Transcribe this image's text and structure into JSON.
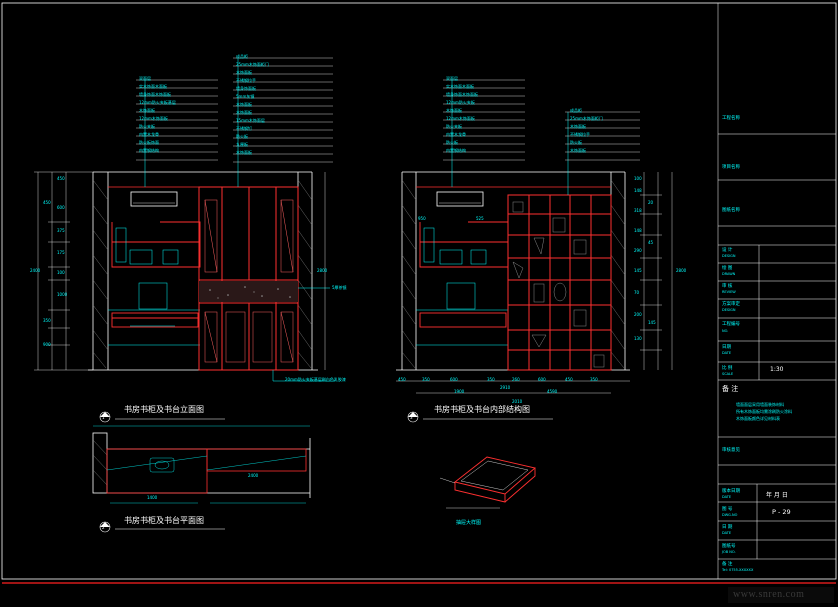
{
  "drawing": {
    "left_panel": {
      "elevation_title": "书房书柜及书台立面图",
      "plan_title": "书房书柜及书台平面图"
    },
    "right_panel": {
      "elevation_title": "书房书柜及书台内部结构图",
      "detail_label": "抽屉大样图"
    },
    "left_callouts_a": [
      "双面层",
      "实木饰面木面板",
      "墙身饰面木饰面板",
      "12mm防火夹板基层",
      "木饰面板",
      "12mm木饰面板",
      "防火夹板",
      "内置木龙骨",
      "防火板饰面",
      "内置钢结构"
    ],
    "left_callouts_b": [
      "成品柜",
      "25mm木饰面柜门",
      "木饰面板",
      "不锈钢拉手",
      "墙身饰面板",
      "5mm灰镜",
      "木饰面板",
      "木饰面板",
      "15mm木饰面层",
      "不锈钢钉",
      "防火板",
      "九厘板",
      "木饰面板"
    ],
    "right_callouts_a": [
      "双面层",
      "实木饰面木面板",
      "墙身饰面木饰面板",
      "12mm防火夹板",
      "木饰面板",
      "12mm木饰面板",
      "防火夹板",
      "内置木龙骨",
      "防火板",
      "内置钢结构"
    ],
    "right_callouts_b": [
      "成品柜",
      "25mm木饰面柜门",
      "木饰面板",
      "不锈钢拉手",
      "防火板",
      "木饰面板"
    ],
    "left_dims_vertical": [
      "450",
      "600",
      "375",
      "175",
      "100",
      "1000",
      "2400",
      "450",
      "350",
      "900",
      "2800"
    ],
    "right_dims_vertical": [
      "100",
      "148",
      "318",
      "148",
      "290",
      "145",
      "70",
      "200",
      "130",
      "20",
      "45",
      "145",
      "2800"
    ],
    "right_dims_horizontal": [
      "450",
      "350",
      "600",
      "350",
      "260",
      "600",
      "450",
      "350",
      "2010",
      "2910",
      "1900",
      "4590"
    ],
    "plan_dims": [
      "1400",
      "2400"
    ],
    "section_markers": [
      "1",
      "2",
      "3"
    ],
    "notes_text": [
      "墙面面层采用墙面装饰材料",
      "所有木饰面板均需涂刷防火涂料",
      "木饰面板颜色详见材料表"
    ],
    "callout_glass": "5厚茶镜",
    "callout_bottom": "20mm防火夹板基层刷白色乳胶漆",
    "callout_door": "525",
    "callout_right_door": "950"
  },
  "title_block": {
    "project_name": "工程名称",
    "drawing_scope": "项目名称",
    "drawing_name": "图纸名称",
    "rows": [
      {
        "cn": "设 计",
        "en": "DESIGN"
      },
      {
        "cn": "绘 图",
        "en": "DRAWN"
      },
      {
        "cn": "审 核",
        "en": "REVIEW"
      },
      {
        "cn": "方案审定",
        "en": "DESIGN"
      },
      {
        "cn": "工程编号",
        "en": "NO."
      },
      {
        "cn": "日期",
        "en": "DATE"
      },
      {
        "cn": "比 例",
        "en": "SCALE"
      }
    ],
    "scale_value": "1:30",
    "notes_label": "备 注",
    "approval_label": "审核意见",
    "revision_label": "版本日期",
    "revision_en": "DATE",
    "revision_value": "年  月  日",
    "drawing_no_label": "图 号",
    "drawing_no_en": "DWG.NO",
    "drawing_no_value": "P - 29",
    "date_label": "日 期",
    "date_en": "DATE",
    "sheet_label": "图纸号",
    "sheet_en": "JOB NO.",
    "remark_label": "备 注",
    "remark_en": "Tel: 0755-XXXXXX"
  },
  "watermark": "www.snren.com",
  "colors": {
    "background": "#000000",
    "cyan": "#00ffff",
    "red": "#ff3030",
    "white": "#ffffff",
    "gray": "#8a8a8a",
    "yellow": "#ffff00"
  }
}
